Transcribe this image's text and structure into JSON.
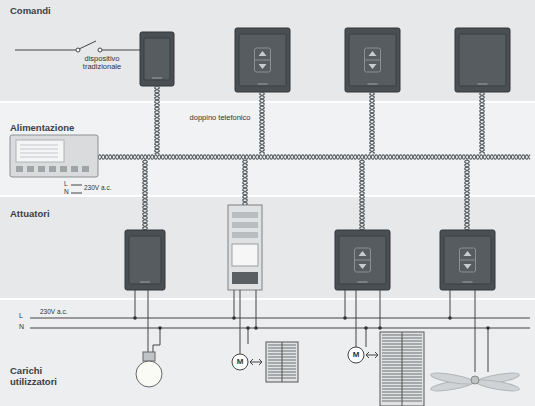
{
  "diagram": {
    "nodes": [
      {
        "text": [
          "Comandi"
        ]
      },
      {
        "text": [
          "Alimentazione"
        ]
      },
      {
        "text": [
          "Attuatori"
        ]
      },
      {
        "text": [
          "Carichi utilizzatori"
        ]
      }
    ],
    "labels": [
      "dispositivo tradizionale",
      "doppino telefonico",
      "L",
      "N",
      "230V a.c.",
      "L",
      "N",
      "230V a.c.",
      "M",
      "M"
    ]
  }
}
